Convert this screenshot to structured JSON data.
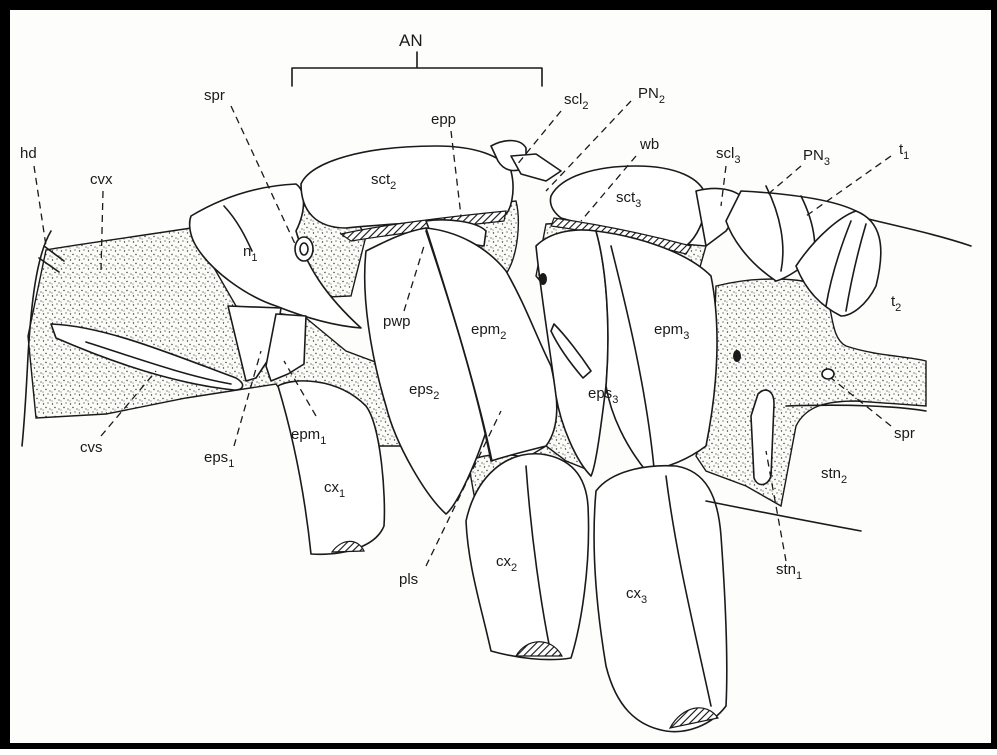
{
  "figure": {
    "labels": {
      "AN": "AN",
      "spr_top": "spr",
      "hd": "hd",
      "cvx": "cvx",
      "epp": "epp",
      "scl2": "scl",
      "scl2_sub": "2",
      "PN2": "PN",
      "PN2_sub": "2",
      "wb": "wb",
      "scl3": "scl",
      "scl3_sub": "3",
      "PN3": "PN",
      "PN3_sub": "3",
      "t1": "t",
      "t1_sub": "1",
      "sct2": "sct",
      "sct2_sub": "2",
      "sct3": "sct",
      "sct3_sub": "3",
      "n1": "n",
      "n1_sub": "1",
      "t2": "t",
      "t2_sub": "2",
      "pwp": "pwp",
      "epm2": "epm",
      "epm2_sub": "2",
      "epm3": "epm",
      "epm3_sub": "3",
      "eps2": "eps",
      "eps2_sub": "2",
      "eps3": "eps",
      "eps3_sub": "3",
      "cvs": "cvs",
      "eps1": "eps",
      "eps1_sub": "1",
      "epm1": "epm",
      "epm1_sub": "1",
      "spr_right": "spr",
      "cx1": "cx",
      "cx1_sub": "1",
      "stn2": "stn",
      "stn2_sub": "2",
      "cx2": "cx",
      "cx2_sub": "2",
      "pls": "pls",
      "stn1": "stn",
      "stn1_sub": "1",
      "cx3": "cx",
      "cx3_sub": "3"
    }
  }
}
